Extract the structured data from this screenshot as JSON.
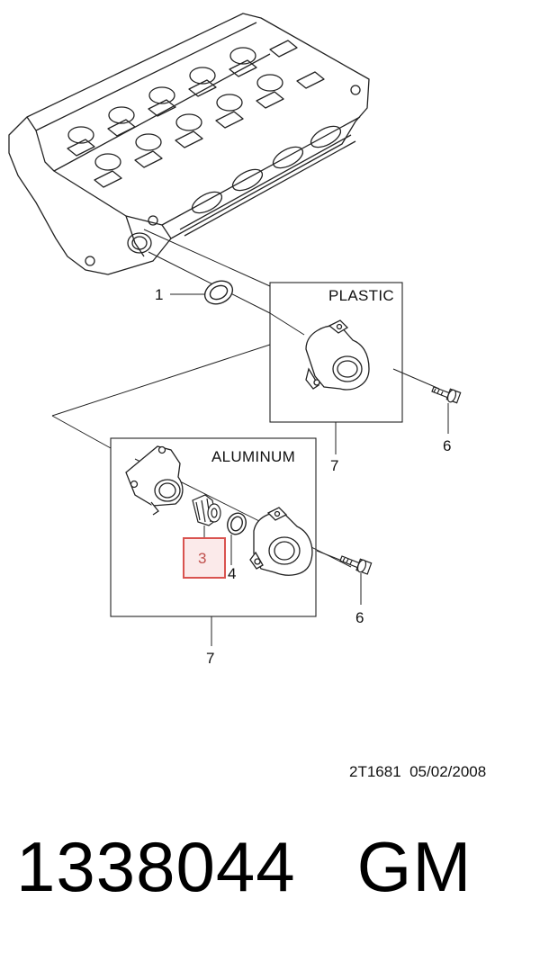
{
  "diagram": {
    "box_plastic_label": "PLASTIC",
    "box_aluminum_label": "ALUMINUM",
    "callouts": {
      "c1": "1",
      "c3": "3",
      "c4": "4",
      "c6_upper": "6",
      "c6_lower": "6",
      "c7_upper": "7",
      "c7_lower": "7"
    },
    "highlight_color": "#d9534f",
    "reference_text": "2T1681  05/02/2008"
  },
  "footer": {
    "part_number": "1338044",
    "brand": "GM"
  }
}
